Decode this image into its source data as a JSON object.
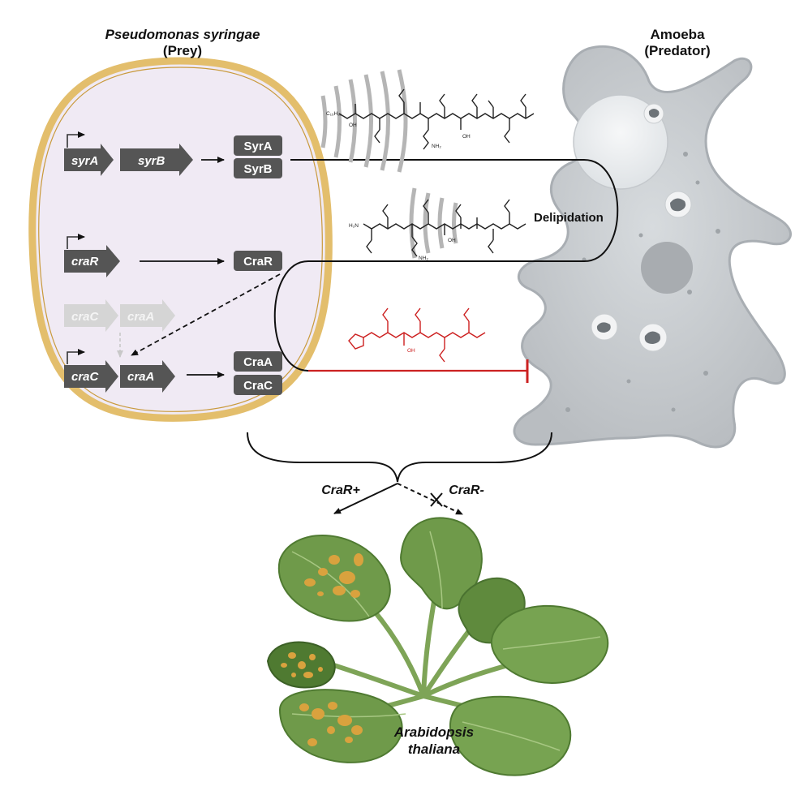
{
  "prey": {
    "title_line1": "Pseudomonas syringae",
    "title_line2": "(Prey)"
  },
  "predator": {
    "title_line1": "Amoeba",
    "title_line2": "(Predator)"
  },
  "genes": {
    "syrA": "syrA",
    "syrB": "syrB",
    "craR": "craR",
    "craC_faint": "craC",
    "craA_faint": "craA",
    "craC": "craC",
    "craA": "craA"
  },
  "proteins": {
    "SyrA": "SyrA",
    "SyrB": "SyrB",
    "CraR": "CraR",
    "CraA": "CraA",
    "CraC": "CraC"
  },
  "process": {
    "delipidation": "Delipidation"
  },
  "outcomes": {
    "positive": "CraR+",
    "negative": "CraR-"
  },
  "plant": {
    "name_line1": "Arabidopsis",
    "name_line2": "thaliana"
  },
  "chem": {
    "syringafactin_tail": "C₁₅H₃₁",
    "oh": "OH",
    "nh2": "NH₂",
    "h2n": "H₂N",
    "nh2_b": "NH₂"
  },
  "colors": {
    "cell_fill": "#f0eaf4",
    "cell_border": "#e3be6c",
    "gene_dark": "#555555",
    "gene_faint": "#d5d5d5",
    "inhibit_red": "#cc2222",
    "amoeba_body": "#c8ccd0",
    "leaf_green": "#6f9a4a",
    "lesion": "#d9a23e"
  }
}
